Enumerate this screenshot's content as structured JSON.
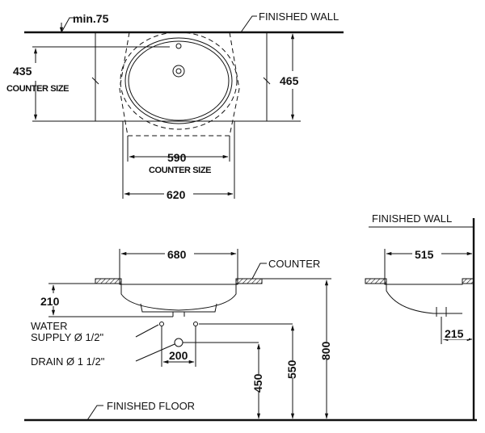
{
  "labels": {
    "finished_wall_top": "FINISHED  WALL",
    "finished_wall_side": "FINISHED  WALL",
    "finished_floor": "FINISHED  FLOOR",
    "counter": "COUNTER",
    "water_supply_line1": "WATER",
    "water_supply_line2": "SUPPLY  Ø 1/2\"",
    "drain": "DRAIN  Ø 1 1/2\"",
    "counter_size_left": "COUNTER SIZE",
    "counter_size_bottom": "COUNTER SIZE"
  },
  "dimensions": {
    "min_offset": "min.75",
    "counter_depth": "435",
    "basin_depth": "465",
    "counter_width": "590",
    "basin_width": "620",
    "top_width": "680",
    "side_depth": "515",
    "basin_height": "210",
    "supply_spacing": "200",
    "drain_height": "450",
    "supply_height": "550",
    "counter_height": "800",
    "wall_to_drain": "215"
  }
}
